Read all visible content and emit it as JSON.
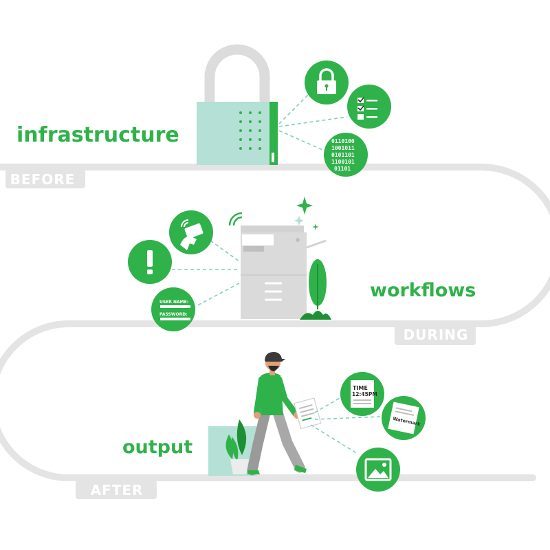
{
  "stages": {
    "before": {
      "heading": "infrastructure",
      "label": "BEFORE",
      "icons": [
        "lock-icon",
        "checklist-icon",
        "binary-data-icon"
      ]
    },
    "during": {
      "heading": "workflows",
      "label": "DURING",
      "icons": [
        "card-swipe-icon",
        "alert-icon",
        "login-form-icon"
      ],
      "login_form": {
        "username_label": "USER NAME:",
        "password_label": "PASSWORD:"
      }
    },
    "after": {
      "heading": "output",
      "label": "AFTER",
      "icons": [
        "timestamp-doc-icon",
        "watermark-doc-icon",
        "image-icon"
      ],
      "timestamp": {
        "line1": "TIME",
        "line2": "12:45PM"
      },
      "watermark_text": "Watermark"
    }
  },
  "colors": {
    "accent": "#2fb24a",
    "path": "#e4e4e4",
    "mint": "#b4e0d5",
    "device": "#d2d2d2",
    "dashed_connector": "#7ccfc0"
  }
}
